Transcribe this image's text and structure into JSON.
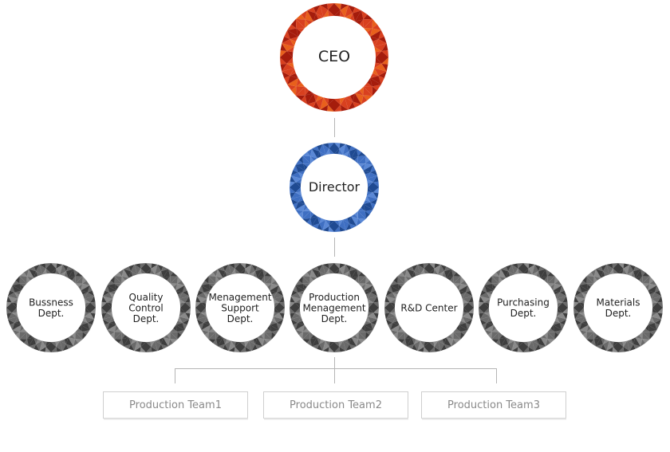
{
  "colors": {
    "ceo_ring_light": "#d8401f",
    "ceo_ring_dark": "#a51c0c",
    "ceo_ring_accent": "#e8601c",
    "director_ring_light": "#3f6fc2",
    "director_ring_dark": "#1f4a92",
    "director_ring_accent": "#5a88d6",
    "dept_ring_light": "#6a6a6a",
    "dept_ring_dark": "#3e3e3e",
    "dept_ring_accent": "#8a8a8a",
    "connector": "#b5b5b5",
    "team_border": "#cfcfcf",
    "team_text": "#8a8a8a",
    "node_text": "#222222"
  },
  "ceo": {
    "label": "CEO"
  },
  "director": {
    "label": "Director"
  },
  "departments": [
    {
      "id": "business",
      "lines": [
        "Bussness",
        "Dept."
      ]
    },
    {
      "id": "quality-control",
      "lines": [
        "Quality",
        "Control",
        "Dept."
      ]
    },
    {
      "id": "management-support",
      "lines": [
        "Menagement",
        "Support",
        "Dept."
      ]
    },
    {
      "id": "production-management",
      "lines": [
        "Production",
        "Menagement",
        "Dept."
      ]
    },
    {
      "id": "rnd-center",
      "lines": [
        "R&D Center"
      ]
    },
    {
      "id": "purchasing",
      "lines": [
        "Purchasing",
        "Dept."
      ]
    },
    {
      "id": "materials",
      "lines": [
        "Materials",
        "Dept."
      ]
    }
  ],
  "teams": [
    {
      "id": "team1",
      "label": "Production Team1"
    },
    {
      "id": "team2",
      "label": "Production Team2"
    },
    {
      "id": "team3",
      "label": "Production Team3"
    }
  ]
}
